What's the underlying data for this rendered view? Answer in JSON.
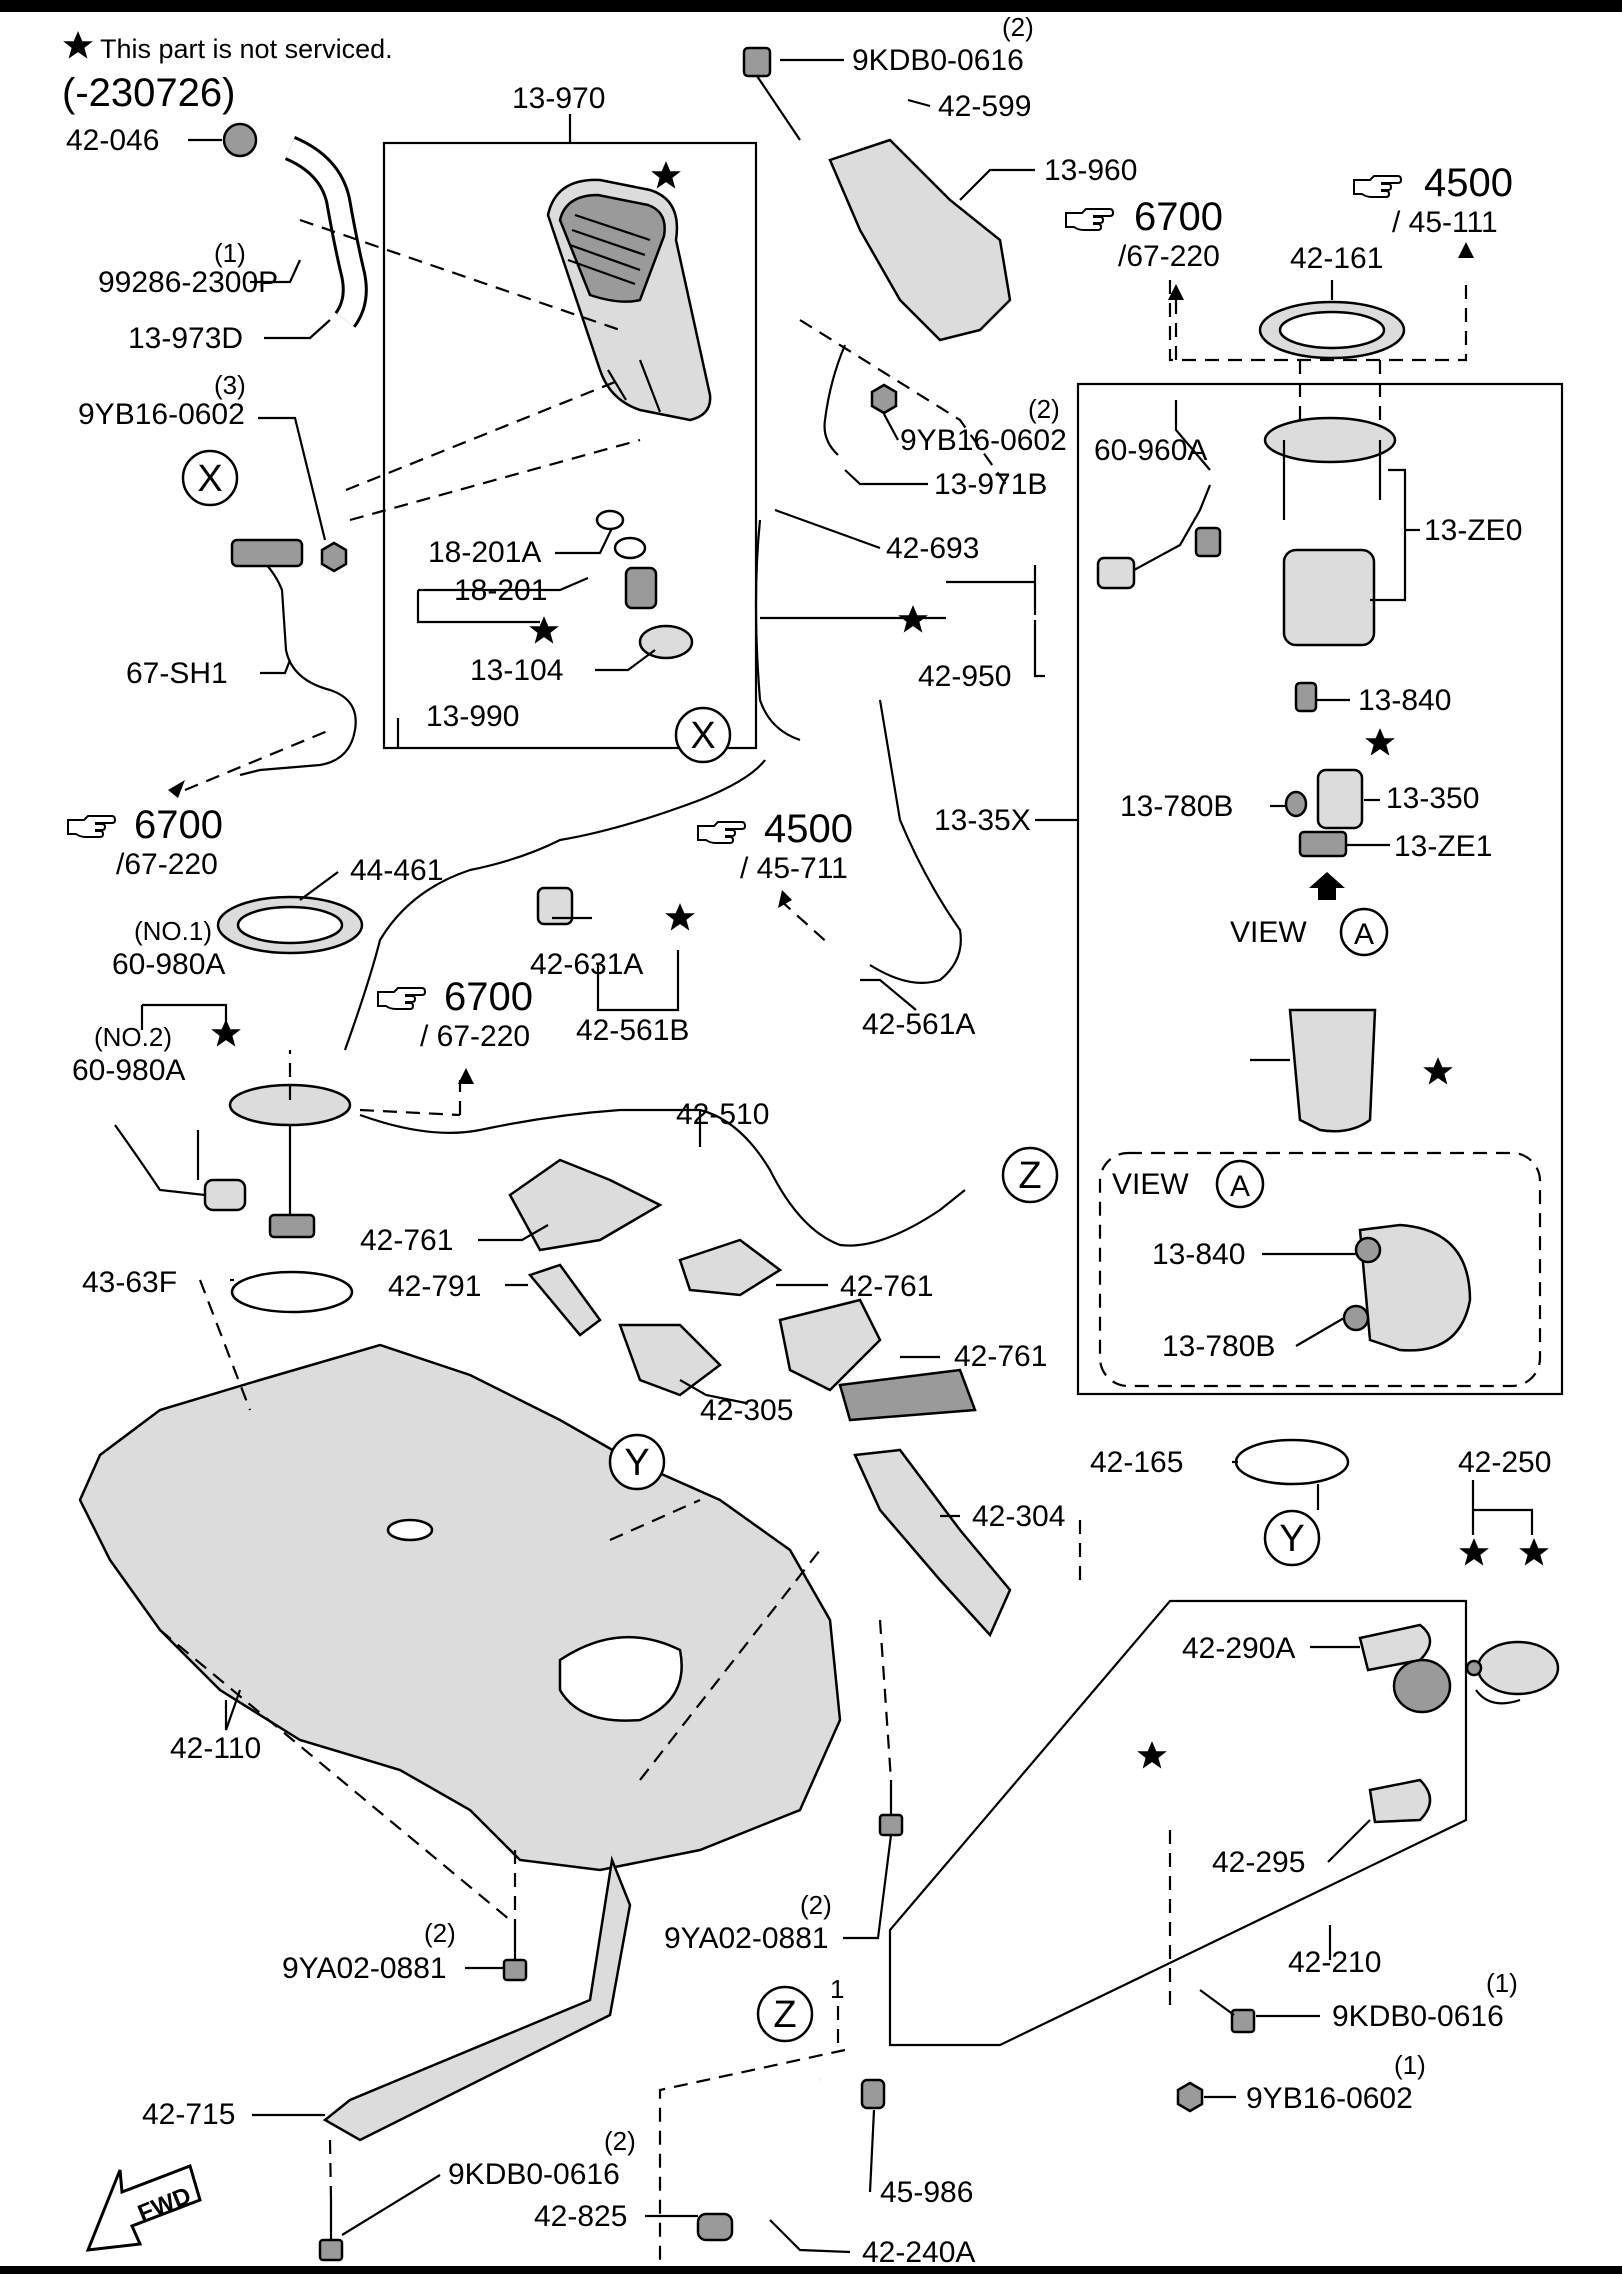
{
  "header": {
    "note": "This part is not serviced.",
    "date_range": "(-230726)"
  },
  "callouts": [
    {
      "id": "c1",
      "label": "42-046"
    },
    {
      "id": "c2",
      "label": "99286-2300P",
      "qty": "(1)"
    },
    {
      "id": "c3",
      "label": "13-973D"
    },
    {
      "id": "c4",
      "label": "9YB16-0602",
      "qty": "(3)"
    },
    {
      "id": "c5",
      "label": "67-SH1"
    },
    {
      "id": "c6",
      "label": "13-970"
    },
    {
      "id": "c7",
      "label": "18-201A"
    },
    {
      "id": "c8",
      "label": "18-201"
    },
    {
      "id": "c9",
      "label": "13-104"
    },
    {
      "id": "c10",
      "label": "13-990"
    },
    {
      "id": "c11",
      "label": "9KDB0-0616",
      "qty": "(2)"
    },
    {
      "id": "c12",
      "label": "42-599"
    },
    {
      "id": "c13",
      "label": "13-960"
    },
    {
      "id": "c14",
      "label": "9YB16-0602",
      "qty": "(2)"
    },
    {
      "id": "c15",
      "label": "13-971B"
    },
    {
      "id": "c16",
      "label": "42-693"
    },
    {
      "id": "c17",
      "label": "42-950"
    },
    {
      "id": "c18",
      "label": "13-35X"
    },
    {
      "id": "c19",
      "label": "42-161"
    },
    {
      "id": "c20",
      "label": "60-960A"
    },
    {
      "id": "c21",
      "label": "13-ZE0"
    },
    {
      "id": "c22",
      "label": "13-840"
    },
    {
      "id": "c23",
      "label": "13-350"
    },
    {
      "id": "c24",
      "label": "13-780B"
    },
    {
      "id": "c25",
      "label": "13-ZE1"
    },
    {
      "id": "c26",
      "label": "44-461"
    },
    {
      "id": "c27",
      "label": "60-980A",
      "qty": "(NO.1)"
    },
    {
      "id": "c28",
      "label": "60-980A",
      "qty": "(NO.2)"
    },
    {
      "id": "c29",
      "label": "42-631A"
    },
    {
      "id": "c30",
      "label": "42-561B"
    },
    {
      "id": "c31",
      "label": "42-561A"
    },
    {
      "id": "c32",
      "label": "42-510"
    },
    {
      "id": "c33",
      "label": "42-761"
    },
    {
      "id": "c34",
      "label": "42-791"
    },
    {
      "id": "c35",
      "label": "42-761"
    },
    {
      "id": "c36",
      "label": "42-761"
    },
    {
      "id": "c37",
      "label": "42-305"
    },
    {
      "id": "c38",
      "label": "43-63F"
    },
    {
      "id": "c39",
      "label": "42-304"
    },
    {
      "id": "c40",
      "label": "42-110"
    },
    {
      "id": "c41",
      "label": "42-165"
    },
    {
      "id": "c42",
      "label": "42-250"
    },
    {
      "id": "c43",
      "label": "42-290A"
    },
    {
      "id": "c44",
      "label": "42-295"
    },
    {
      "id": "c45",
      "label": "42-210"
    },
    {
      "id": "c46",
      "label": "9YA02-0881",
      "qty": "(2)"
    },
    {
      "id": "c47",
      "label": "9YA02-0881",
      "qty": "(2)"
    },
    {
      "id": "c48",
      "label": "9KDB0-0616",
      "qty": "(1)"
    },
    {
      "id": "c49",
      "label": "9YB16-0602",
      "qty": "(1)"
    },
    {
      "id": "c50",
      "label": "42-715"
    },
    {
      "id": "c51",
      "label": "9KDB0-0616",
      "qty": "(2)"
    },
    {
      "id": "c52",
      "label": "42-825"
    },
    {
      "id": "c53",
      "label": "45-986"
    },
    {
      "id": "c54",
      "label": "42-240A"
    },
    {
      "id": "c55",
      "label": "13-840"
    },
    {
      "id": "c56",
      "label": "13-780B"
    }
  ],
  "references": [
    {
      "id": "r1",
      "number": "6700",
      "sub": "/67-220"
    },
    {
      "id": "r2",
      "number": "4500",
      "sub": "/ 45-111"
    },
    {
      "id": "r3",
      "number": "6700",
      "sub": "/67-220"
    },
    {
      "id": "r4",
      "number": "4500",
      "sub": "/ 45-711"
    },
    {
      "id": "r5",
      "number": "6700",
      "sub": "/ 67-220"
    }
  ],
  "circle_markers": [
    {
      "id": "m1",
      "letter": "X"
    },
    {
      "id": "m2",
      "letter": "X"
    },
    {
      "id": "m3",
      "letter": "Z"
    },
    {
      "id": "m4",
      "letter": "Y"
    },
    {
      "id": "m5",
      "letter": "Y"
    },
    {
      "id": "m6",
      "letter": "Z"
    }
  ],
  "views": [
    {
      "id": "v1",
      "prefix": "VIEW",
      "letter": "A"
    },
    {
      "id": "v2",
      "prefix": "VIEW",
      "letter": "A"
    }
  ],
  "misc": {
    "z_qty": "1",
    "fwd": "FWD"
  }
}
